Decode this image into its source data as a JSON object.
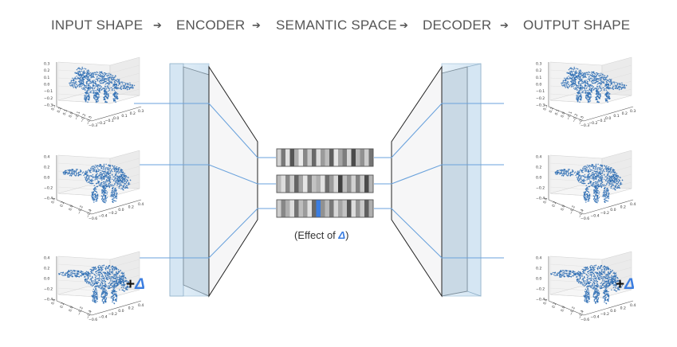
{
  "header": {
    "stages": [
      "INPUT SHAPE",
      "ENCODER",
      "SEMANTIC SPACE",
      "DECODER",
      "OUTPUT SHAPE"
    ],
    "arrow": "➔"
  },
  "delta": {
    "plus": "+",
    "symbol": "Δ",
    "color": "#3b7de0"
  },
  "latent_caption": {
    "prefix": "(Effect of ",
    "symbol": "Δ",
    "suffix": ")"
  },
  "plots": {
    "armadillo": {
      "z_ticks": [
        "0.3",
        "0.2",
        "0.1",
        "0.0",
        "−0.1",
        "−0.2",
        "−0.3"
      ],
      "x_ticks": [
        "0.3",
        "0.2",
        "0.1",
        "0.0",
        "−0.1",
        "−0.2",
        "−0.3"
      ],
      "y_ticks": [
        "−0.3",
        "−0.2",
        "−0.1",
        "0.0",
        "0.1",
        "0.2",
        "0.3"
      ]
    },
    "dog": {
      "z_ticks": [
        "0.4",
        "0.2",
        "0.0",
        "−0.2",
        "−0.4"
      ],
      "x_ticks": [
        "0.4",
        "0.2",
        "0.0",
        "−0.2",
        "−0.4"
      ],
      "y_ticks": [
        "−0.6",
        "−0.4",
        "−0.2",
        "0.0",
        "0.2",
        "0.4"
      ]
    }
  },
  "latent_codes": [
    [
      0.18,
      0.62,
      0.1,
      0.8,
      0.35,
      0.06,
      0.55,
      0.22,
      0.7,
      0.12,
      0.45,
      0.28,
      0.75,
      0.08,
      0.4,
      0.6,
      0.15,
      0.85,
      0.3,
      0.5,
      0.2,
      0.65
    ],
    [
      0.3,
      0.12,
      0.55,
      0.2,
      0.72,
      0.4,
      0.08,
      0.6,
      0.25,
      0.35,
      0.1,
      0.68,
      0.45,
      0.15,
      0.9,
      0.28,
      0.5,
      0.18,
      0.58,
      0.22,
      0.85,
      0.32
    ],
    [
      0.2,
      0.55,
      0.35,
      0.12,
      0.65,
      0.28,
      0.45,
      0.1,
      0.7,
      0.18,
      0.5,
      0.3,
      0.62,
      0.15,
      0.4,
      0.25,
      0.8,
      0.12,
      0.48,
      0.22,
      0.75,
      0.35
    ]
  ],
  "highlight_cell": {
    "row": 2,
    "index": 9,
    "color": "#3b7de0"
  },
  "colors": {
    "points": "#2f6fb4",
    "line": "#6aa2dc",
    "panel_light": "#dcebf6",
    "panel_mid": "#c8dae7",
    "panel_plane": "#f5f6f7",
    "header_text": "#555555"
  }
}
